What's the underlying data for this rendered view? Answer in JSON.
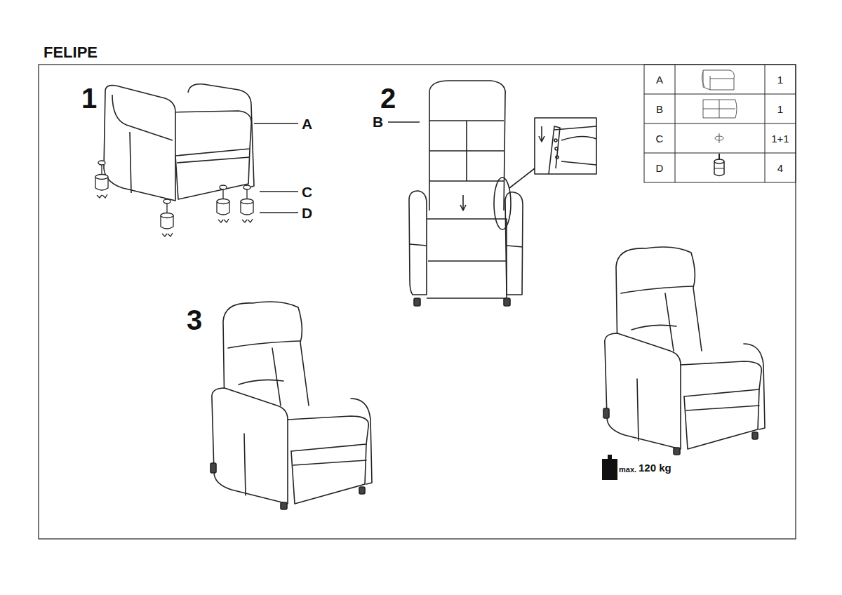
{
  "diagram": {
    "title": "FELIPE",
    "labels": [
      "1",
      "A",
      "C",
      "D",
      "2",
      "B",
      "A",
      "1",
      "B",
      "1",
      "C",
      "1+1",
      "D",
      "4",
      "3",
      "max.",
      "120 kg"
    ]
  }
}
